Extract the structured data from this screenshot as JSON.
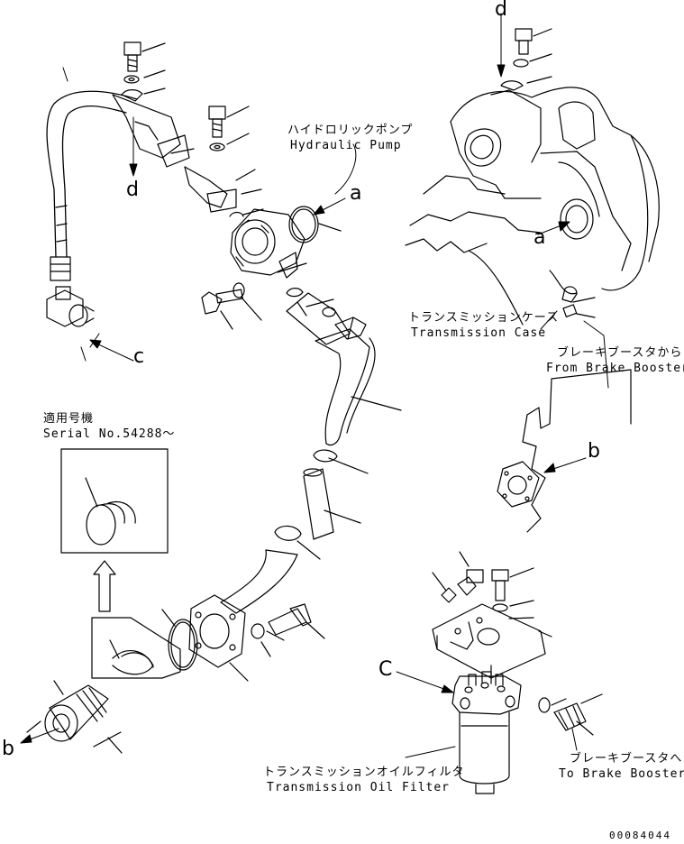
{
  "labels": {
    "hydraulic_pump_jp": "ハイドロリックポンプ",
    "hydraulic_pump_en": "Hydraulic Pump",
    "transmission_case_jp": "トランスミッションケース",
    "transmission_case_en": "Transmission Case",
    "from_brake_booster_jp": "ブレーキブースタから",
    "from_brake_booster_en": "From Brake Booster",
    "serial_jp": "適用号機",
    "serial_en": "Serial No.54288～",
    "filter_jp": "トランスミッションオイルフィルタ",
    "filter_en": "Transmission Oil Filter",
    "to_brake_booster_jp": "ブレーキブースタへ",
    "to_brake_booster_en": "To Brake Booster"
  },
  "refs": {
    "d_left": "d",
    "d_right": "d",
    "a_pump": "a",
    "a_case": "a",
    "c_left": "c",
    "c_filter": "C",
    "b_right": "b",
    "b_left": "b"
  },
  "drawing_code": "00084044"
}
